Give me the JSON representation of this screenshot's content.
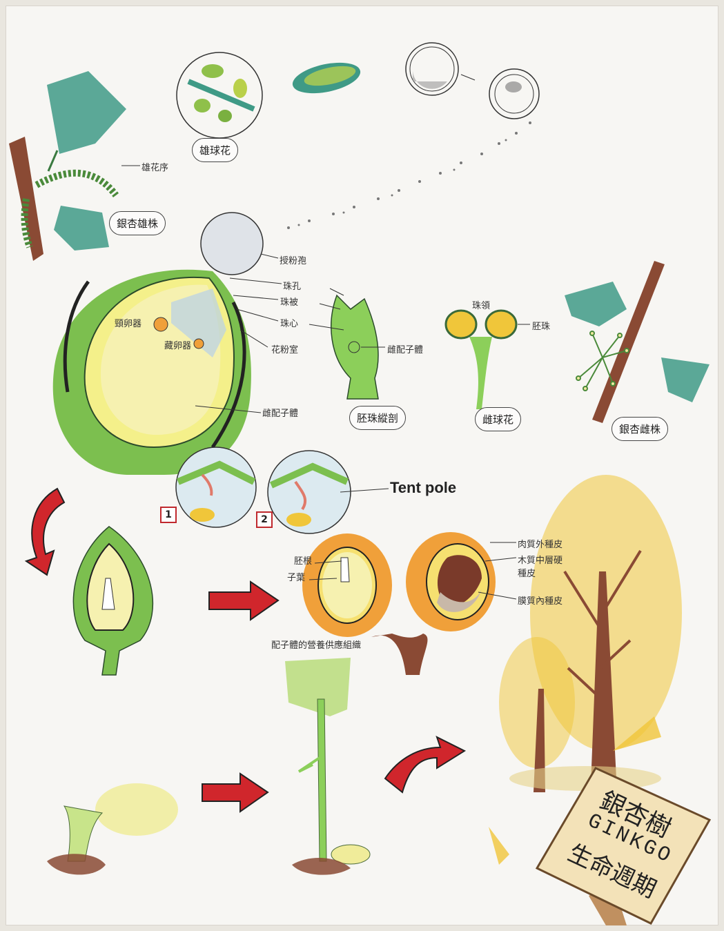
{
  "labels": {
    "male_strobilus": "雄花序",
    "male_tree_top": "銀杏雄株",
    "male_cone_bubble": "雄球花",
    "pollen_grain": "授粉孢",
    "micropyle": "珠孔",
    "integument": "珠被",
    "nucellus": "珠心",
    "pollen_chamber": "花粉室",
    "archegonium": "頸卵器",
    "egg": "藏卵器",
    "female_gametophyte": "雌配子體",
    "ovule_section_bubble": "胚珠縱剖",
    "ovule_gametophyte": "雌配子體",
    "collar": "珠領",
    "ovule": "胚珠",
    "female_cone_bubble": "雌球花",
    "female_tree": "銀杏雌株",
    "tent_pole": "Tent pole",
    "step1": "1",
    "step2": "2",
    "radicle": "胚根",
    "cotyledon": "子葉",
    "outer_seed_coat": "肉質外種皮",
    "middle_seed_coat": "木質中層硬種皮",
    "inner_seed_coat": "膜質內種皮",
    "endosperm": "配子體的營養供應組織"
  },
  "sign": {
    "title": "銀杏樹",
    "latin": "GINKGO",
    "subtitle": "生命週期"
  },
  "colors": {
    "leaf": "#3f9a86",
    "ovule_green": "#7cbf4f",
    "seed_orange": "#f0a03a",
    "arrow_red": "#d0262c",
    "tree_yellow": "#f0c63a",
    "trunk_brown": "#8a4a34"
  }
}
